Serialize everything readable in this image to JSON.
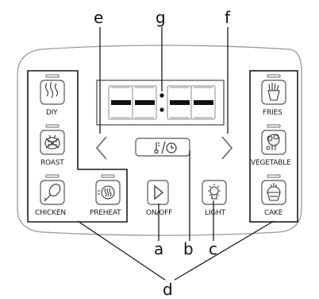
{
  "callouts": {
    "a": "a",
    "b": "b",
    "c": "c",
    "d": "d",
    "e": "e",
    "f": "f",
    "g": "g"
  },
  "display": {
    "time_text": "--:--"
  },
  "buttons": {
    "diy": "DIY",
    "roast": "ROAST",
    "chicken": "CHICKEN",
    "preheat": "PREHEAT",
    "on_off": "ON/OFF",
    "light": "LIGHT",
    "fries": "FRIES",
    "vegetable": "VEGETABLE",
    "cake": "CAKE"
  },
  "icons": {
    "diy": "steam-waves-icon",
    "roast": "roast-icon",
    "chicken": "chicken-leg-icon",
    "preheat": "preheat-icon",
    "on_off": "play-icon",
    "light": "light-bulb-icon",
    "fries": "fries-icon",
    "vegetable": "vegetable-icon",
    "cake": "cake-icon",
    "temp_time": "thermometer-clock-icon",
    "left": "chevron-left-icon",
    "right": "chevron-right-icon"
  },
  "colors": {
    "line": "#1a1a1a",
    "panel": "#888888",
    "icon": "#444444"
  }
}
